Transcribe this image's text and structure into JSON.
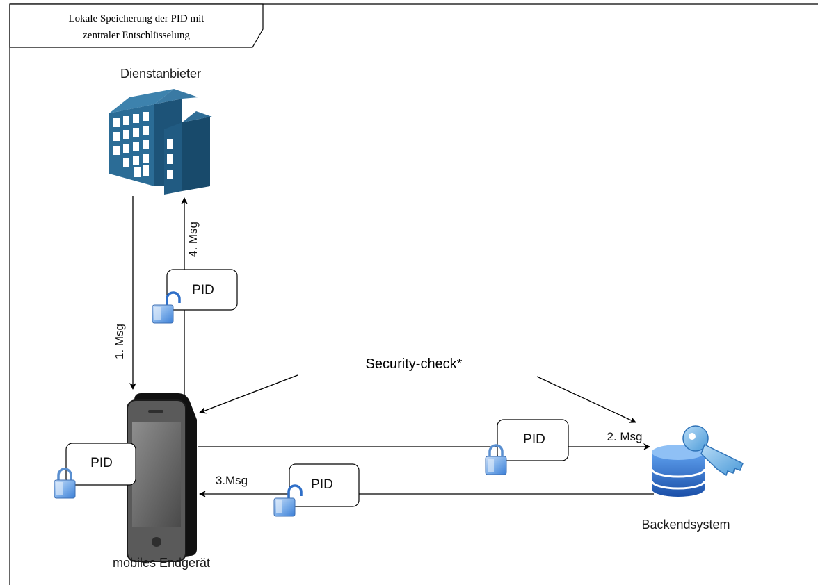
{
  "diagram": {
    "title_lines": [
      "Lokale Speicherung der PID mit",
      "zentraler Entschlüsselung"
    ],
    "nodes": {
      "service_provider": "Dienstanbieter",
      "mobile_device": "mobiles Endgerät",
      "backend": "Backendsystem"
    },
    "pid_label": "PID",
    "messages": {
      "msg1": "1. Msg",
      "msg2": "2. Msg",
      "msg3": "3.Msg",
      "msg4": "4. Msg"
    },
    "security_check": "Security-check*"
  },
  "icons": {
    "building": "office-building-icon",
    "phone": "smartphone-icon",
    "backend": "database-key-icon",
    "lock_closed": "padlock-closed-icon",
    "lock_open": "padlock-open-icon"
  },
  "colors": {
    "building_blue": "#1f5f86",
    "lock_blue": "#4a90e2",
    "db_blue": "#1e5fbf",
    "line": "#000000"
  }
}
